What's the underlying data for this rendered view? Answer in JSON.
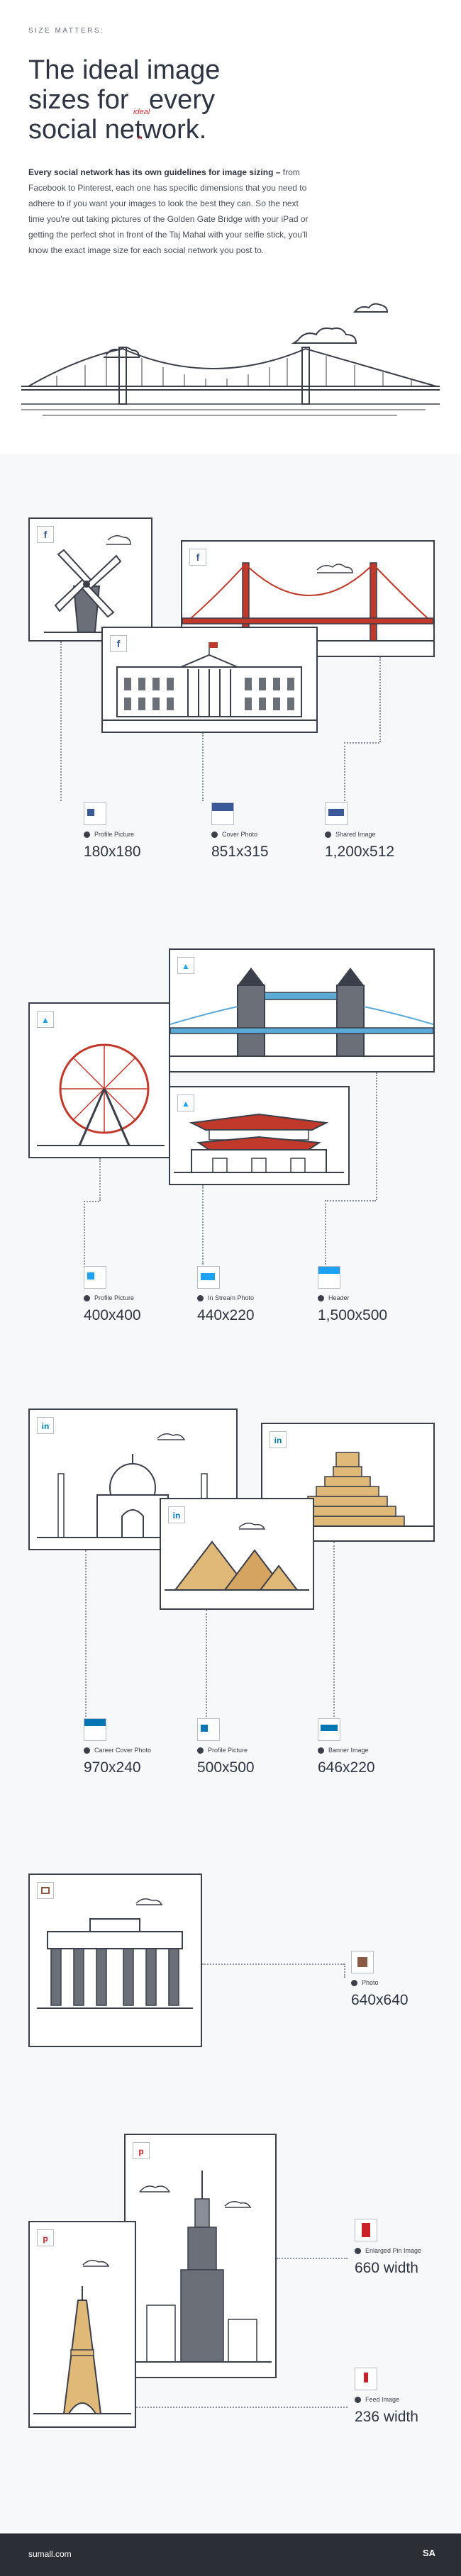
{
  "header": {
    "eyebrow": "SIZE MATTERS:",
    "title_line1": "The ideal image",
    "title_line2_a": "sizes for",
    "title_inserted": "ideal",
    "title_line2_b": "every",
    "title_line3": "social network.",
    "intro_lead": "Every social network has its own guidelines for image sizing –",
    "intro_body": "from Facebook to Pinterest, each one has specific dimensions that you need to adhere to if you want your images to look the best they can. So the next time you're out taking pictures of the Golden Gate Bridge with your iPad or getting the perfect shot in front of the Taj Mahal with your selfie stick, you'll know the exact image size for each social network you post to."
  },
  "networks": {
    "facebook": {
      "color": "#3b5998",
      "icon": "f",
      "specs": [
        {
          "label": "Profile Picture",
          "size": "180x180"
        },
        {
          "label": "Cover Photo",
          "size": "851x315"
        },
        {
          "label": "Shared Image",
          "size": "1,200x512"
        }
      ]
    },
    "twitter": {
      "color": "#1da1f2",
      "icon": "bird-icon",
      "specs": [
        {
          "label": "Profile Picture",
          "size": "400x400"
        },
        {
          "label": "In Stream Photo",
          "size": "440x220"
        },
        {
          "label": "Header",
          "size": "1,500x500"
        }
      ]
    },
    "linkedin": {
      "color": "#0077b5",
      "icon": "in",
      "specs": [
        {
          "label": "Career Cover Photo",
          "size": "970x240"
        },
        {
          "label": "Profile Picture",
          "size": "500x500"
        },
        {
          "label": "Banner Image",
          "size": "646x220"
        }
      ]
    },
    "instagram": {
      "color": "#8a5a44",
      "icon": "camera-icon",
      "specs": [
        {
          "label": "Photo",
          "size": "640x640"
        }
      ]
    },
    "pinterest": {
      "color": "#cb2027",
      "icon": "p",
      "specs": [
        {
          "label": "Enlarged Pin Image",
          "size": "660 width"
        },
        {
          "label": "Feed Image",
          "size": "236 width"
        }
      ]
    }
  },
  "footer": {
    "site": "sumall.com",
    "logo": "SA"
  }
}
